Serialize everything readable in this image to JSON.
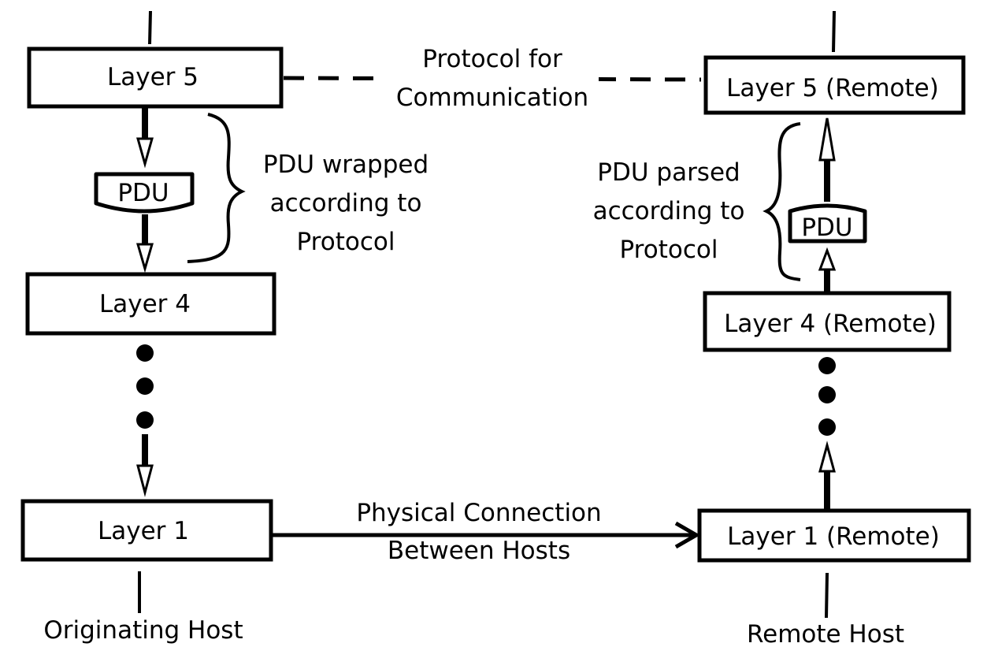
{
  "local_stack": {
    "layer5": "Layer 5",
    "layer4": "Layer 4",
    "layer1": "Layer 1",
    "pdu": "PDU",
    "host_label": "Originating Host"
  },
  "remote_stack": {
    "layer5": "Layer 5 (Remote)",
    "layer4": "Layer 4 (Remote)",
    "layer1": "Layer 1 (Remote)",
    "pdu": "PDU",
    "host_label": "Remote Host"
  },
  "annotations": {
    "protocol_line1": "Protocol for",
    "protocol_line2": "Communication",
    "wrapped_line1": "PDU wrapped",
    "wrapped_line2": "according to",
    "wrapped_line3": "Protocol",
    "parsed_line1": "PDU parsed",
    "parsed_line2": "according to",
    "parsed_line3": "Protocol",
    "physical_line1": "Physical Connection",
    "physical_line2": "Between Hosts"
  },
  "colors": {
    "stroke": "#000000",
    "background": "#ffffff"
  }
}
